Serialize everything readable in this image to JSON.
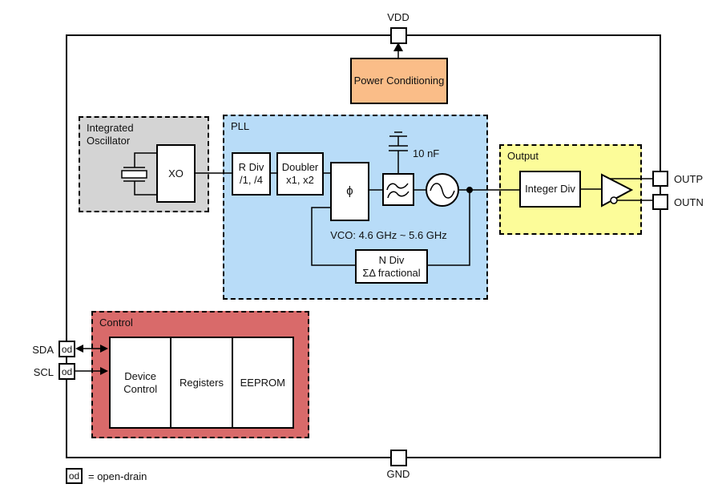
{
  "pins": {
    "vdd": "VDD",
    "gnd": "GND",
    "outp": "OUTP",
    "outn": "OUTN",
    "sda": "SDA",
    "scl": "SCL",
    "od_marker": "od"
  },
  "power": {
    "label": "Power Conditioning"
  },
  "oscillator": {
    "title_line1": "Integrated",
    "title_line2": "Oscillator",
    "xo": "XO"
  },
  "pll": {
    "title": "PLL",
    "r_div": [
      "R Div",
      "/1, /4"
    ],
    "doubler": [
      "Doubler",
      "x1, x2"
    ],
    "phase_detector": "ϕ",
    "cap_value": "10 nF",
    "vco_range": "VCO: 4.6 GHz ~ 5.6 GHz",
    "n_div": [
      "N Div",
      "ΣΔ fractional"
    ]
  },
  "output": {
    "title": "Output",
    "integer_div": "Integer Div"
  },
  "control": {
    "title": "Control",
    "device_control": [
      "Device",
      "Control"
    ],
    "registers": "Registers",
    "eeprom": "EEPROM"
  },
  "legend": {
    "symbol": "od",
    "text": "= open-drain"
  },
  "colors": {
    "oscillator_fill": "#D4D4D4",
    "pll_fill": "#B8DCF8",
    "output_fill": "#FCFC99",
    "control_fill": "#D96A6A",
    "power_fill": "#FABD88",
    "line": "#000000"
  }
}
